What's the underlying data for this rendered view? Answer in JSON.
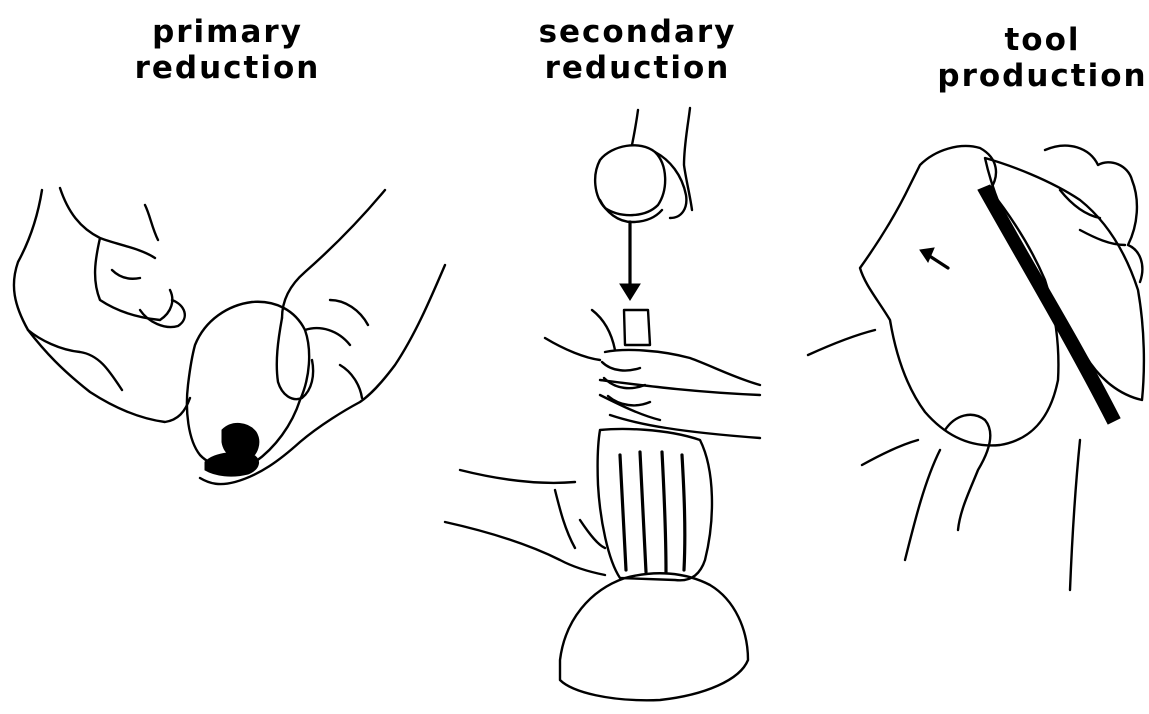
{
  "panels": [
    {
      "id": "primary",
      "label_lines": [
        "primary",
        "reduction"
      ]
    },
    {
      "id": "secondary",
      "label_lines": [
        "secondary",
        "reduction"
      ]
    },
    {
      "id": "tool",
      "label_lines": [
        "tool",
        "production"
      ]
    }
  ],
  "colors": {
    "ink": "#000000",
    "background": "#ffffff"
  }
}
